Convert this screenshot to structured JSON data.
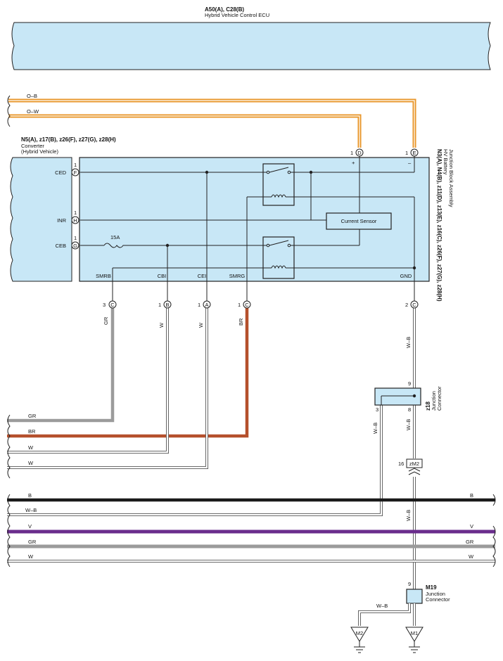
{
  "ecu": {
    "code": "A50(A), C28(B)",
    "name": "Hybrid Vehicle Control ECU"
  },
  "wire_colors": {
    "O-B": "#e8962a",
    "O-W": "#e8962a",
    "GR": "#9b9b9b",
    "BR": "#b5502c",
    "W": "#ffffff",
    "W-B": "#ffffff",
    "B": "#1a1a1a",
    "V": "#6a2d8c",
    "panel": "#c8e7f6"
  },
  "top_wires": {
    "ob": "O–B",
    "ow": "O–W"
  },
  "converter": {
    "code": "N5(A), z17(B), z26(F), z27(G), z28(H)",
    "name": "Converter",
    "name2": "(Hybrid Vehicle)",
    "pins": [
      {
        "name": "CED",
        "num": "1",
        "letter": "F"
      },
      {
        "name": "INR",
        "num": "1",
        "letter": "H"
      },
      {
        "name": "CEB",
        "num": "1",
        "letter": "G"
      }
    ]
  },
  "junction_block": {
    "code": "N3(A), N4(B), z11(D), z13(E), z16(C), z26(F), z27(G), z28(H)",
    "name": "HV Battery",
    "name2": "Junction Block Assembly",
    "fuse": "15A",
    "current_sensor": "Current Sensor",
    "plus": "+",
    "minus": "–",
    "top_pins": [
      {
        "num": "1",
        "letter": "D"
      },
      {
        "num": "1",
        "letter": "E"
      }
    ],
    "bottom_pins": [
      {
        "name": "SMRB",
        "num": "3",
        "letter": "C"
      },
      {
        "name": "CBI",
        "num": "1",
        "letter": "B"
      },
      {
        "name": "CEI",
        "num": "1",
        "letter": "A"
      },
      {
        "name": "SMRG",
        "num": "1",
        "letter": "C"
      },
      {
        "name": "GND",
        "num": "2",
        "letter": "C"
      }
    ]
  },
  "vertical_wire_labels": {
    "gr": "GR",
    "w1": "W",
    "w2": "W",
    "br": "BR",
    "wb1": "W–B",
    "wb2": "W–B",
    "wb3": "W–B",
    "wb4": "W–B"
  },
  "left_wires": {
    "gr": "GR",
    "br": "BR",
    "w1": "W",
    "w2": "W"
  },
  "z18": {
    "code": "z18",
    "name": "Junction",
    "name2": "Connector",
    "pin9": "9",
    "pin3": "3",
    "pin8": "8"
  },
  "zm2": {
    "pin": "16",
    "code": "zM2"
  },
  "bus": {
    "b_left": "B",
    "b_right": "B",
    "wb": "W–B",
    "v_left": "V",
    "v_right": "V",
    "gr_left": "GR",
    "gr_right": "GR",
    "w_left": "W",
    "w_right": "W"
  },
  "m19": {
    "code": "M19",
    "name": "Junction",
    "name2": "Connector",
    "pin": "9"
  },
  "grounds": {
    "m2": "M2",
    "m1": "M1",
    "wire": "W–B"
  }
}
